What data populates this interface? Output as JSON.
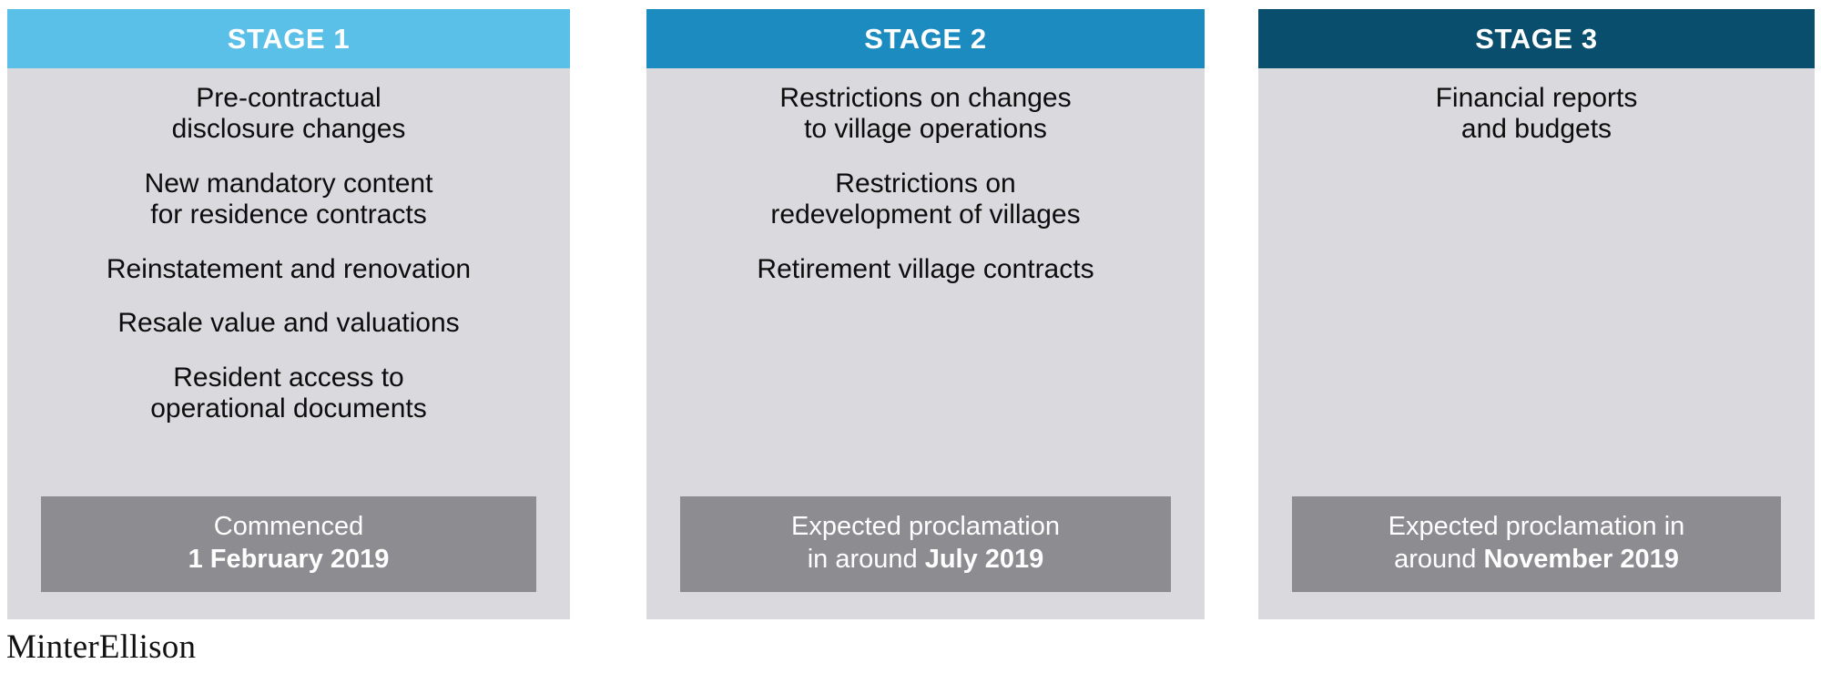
{
  "slide": {
    "background_color": "#ffffff",
    "panel_background_color": "#dadade",
    "footer_chip_color": "#8c8c91",
    "brand": "MinterEllison"
  },
  "stages": [
    {
      "header_label": "STAGE 1",
      "header_color": "#5bc0e8",
      "items": [
        {
          "line1": "Pre-contractual",
          "line2": "disclosure changes"
        },
        {
          "line1": "New mandatory content",
          "line2": "for residence contracts"
        },
        {
          "line1": "Reinstatement and renovation",
          "line2": ""
        },
        {
          "line1": "Resale value and valuations",
          "line2": ""
        },
        {
          "line1": "Resident access to",
          "line2": "operational documents"
        }
      ],
      "footer": {
        "line1": "Commenced",
        "line2_bold": "1 February 2019",
        "line2_plain": ""
      }
    },
    {
      "header_label": "STAGE 2",
      "header_color": "#1c8cc0",
      "items": [
        {
          "line1": "Restrictions on changes",
          "line2": "to village operations"
        },
        {
          "line1": "Restrictions on",
          "line2": "redevelopment of villages"
        },
        {
          "line1": "Retirement village contracts",
          "line2": ""
        }
      ],
      "footer": {
        "line1": "Expected proclamation",
        "line2_plain": "in around ",
        "line2_bold": "July 2019"
      }
    },
    {
      "header_label": "STAGE 3",
      "header_color": "#0a4e6e",
      "items": [
        {
          "line1": "Financial reports",
          "line2": "and budgets"
        }
      ],
      "footer": {
        "line1": "Expected proclamation in",
        "line2_plain": "around ",
        "line2_bold": "November 2019"
      }
    }
  ]
}
